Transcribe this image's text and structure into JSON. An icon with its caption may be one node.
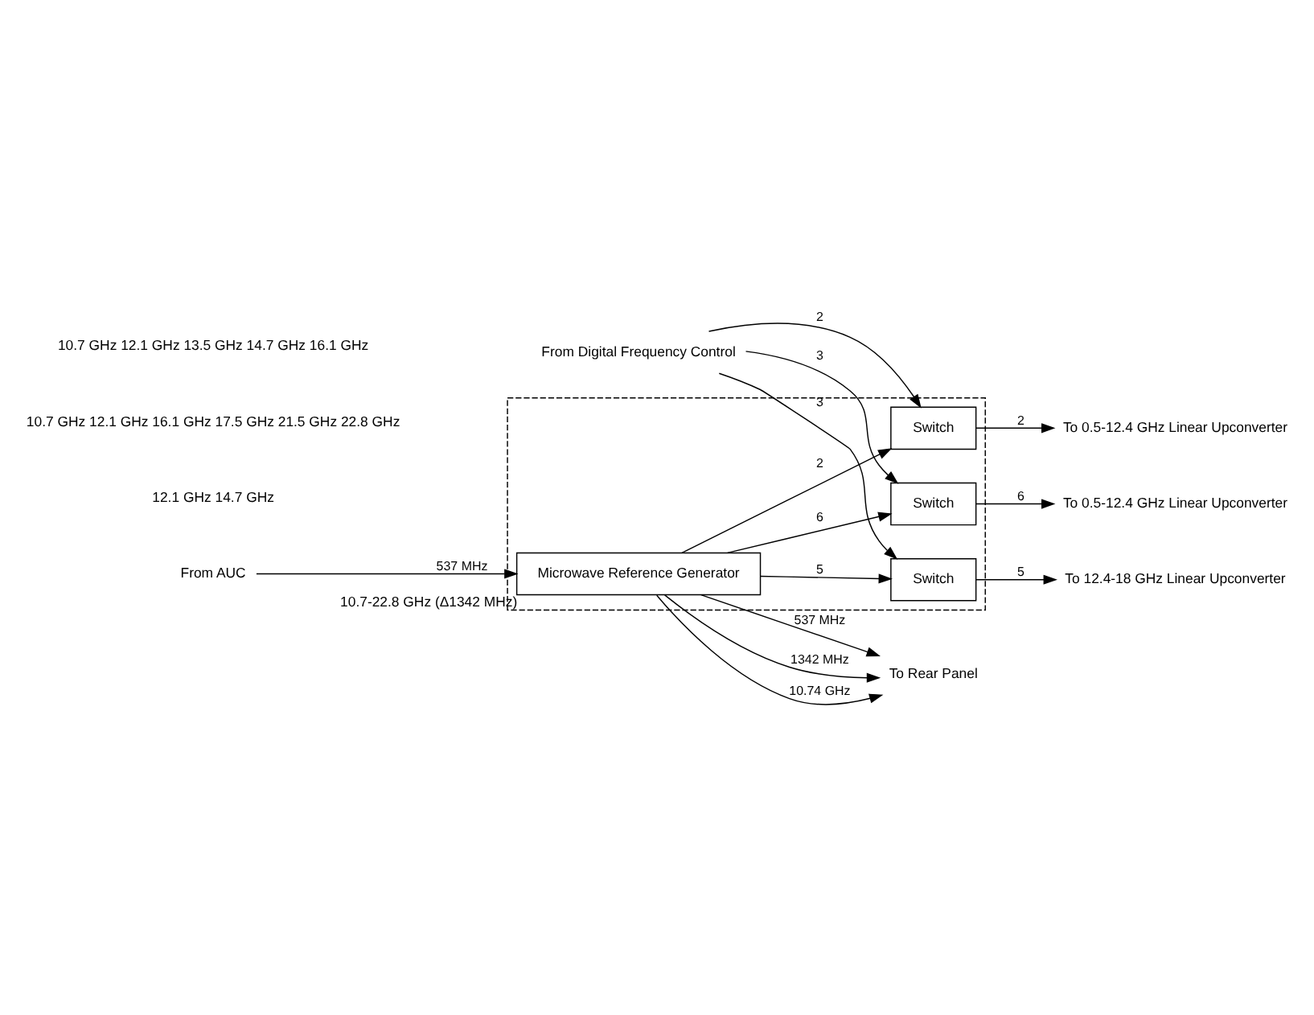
{
  "diagram": {
    "nodes": [
      {
        "text": [],
        "shape": "box"
      },
      {
        "text": [
          "From AUC"
        ]
      },
      {
        "text": [
          "Microwave Reference Generator"
        ],
        "in": 0,
        "beside": [
          "10.7-22.8 GHz (Δ1342 MHz)"
        ]
      },
      {
        "text": [
          "Switch"
        ],
        "in": 0
      },
      {
        "text": [
          "Switch"
        ],
        "in": 0
      },
      {
        "text": [
          "Switch"
        ],
        "in": 0
      },
      {
        "text": [
          "To 0.5-12.4 GHz Linear Upconverter"
        ]
      },
      {
        "text": [
          "To 0.5-12.4 GHz Linear Upconverter"
        ]
      },
      {
        "text": [
          "To 12.4-18 GHz Linear Upconverter"
        ]
      },
      {
        "text": [
          "To Rear Panel"
        ]
      },
      {
        "text": [
          "From Digital Frequency Control"
        ]
      }
    ],
    "edges": [
      {
        "from": 1,
        "to": 2,
        "arrow": "to",
        "label": "537 MHz"
      },
      {
        "from": 2,
        "to": 9,
        "arrow": "to",
        "label": "537 MHz"
      },
      {
        "from": 2,
        "to": 9,
        "arrow": "to",
        "label": "1342 MHz"
      },
      {
        "from": 2,
        "to": 9,
        "arrow": "to",
        "label": "10.74 GHz"
      },
      {
        "from": 2,
        "to": 3,
        "arrow": "to",
        "label": "2"
      },
      {
        "from": 2,
        "to": 4,
        "arrow": "to",
        "label": "6"
      },
      {
        "from": 2,
        "to": 5,
        "arrow": "to",
        "label": "5"
      },
      {
        "from": 3,
        "to": 6,
        "arrow": "to",
        "label": "2"
      },
      {
        "from": 4,
        "to": 7,
        "arrow": "to",
        "label": "6"
      },
      {
        "from": 5,
        "to": 8,
        "arrow": "to",
        "label": "5"
      },
      {
        "from": 10,
        "to": 3,
        "arrow": "to",
        "label": "2"
      },
      {
        "from": 10,
        "to": 4,
        "arrow": "to",
        "label": "3"
      },
      {
        "from": 10,
        "to": 5,
        "arrow": "to",
        "label": "3"
      }
    ],
    "labels": [
      "12.1 GHz 14.7 GHz",
      "10.7 GHz 12.1 GHz 16.1 GHz 17.5 GHz 21.5 GHz 22.8 GHz",
      "10.7 GHz 12.1 GHz 13.5 GHz 14.7 GHz 16.1 GHz"
    ]
  }
}
